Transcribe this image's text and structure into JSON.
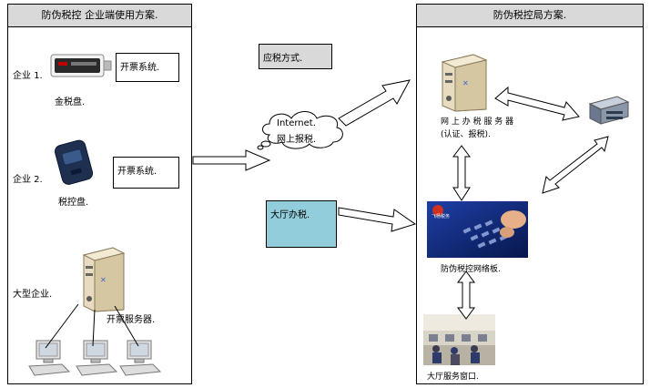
{
  "left_panel": {
    "title": "防伪税控  企业端使用方案.",
    "enterprise1": "企业 1.",
    "tax_disk_1": "金税盘.",
    "invoicing_system_1": "开票系统.",
    "enterprise2": "企业 2.",
    "tax_control_disk": "税控盘.",
    "invoicing_system_2": "开票系统.",
    "large_enterprise": "大型企业.",
    "invoicing_server": "开票服务器."
  },
  "middle": {
    "tax_method": "应税方式.",
    "cloud_line1": "Internet.",
    "cloud_line2": "网上报税.",
    "hall_tax": "大厅办税."
  },
  "right_panel": {
    "title": "防伪税控局方案.",
    "online_server_line1": "网 上 办 税 服 务 器",
    "online_server_line2": "(认证、报税).",
    "network_label": "防伪税控网络板.",
    "hall_window": "大厅服务窗口.",
    "image_caption": "飞杨税务"
  },
  "colors": {
    "panel_title_bg": "#d9d9d9",
    "method_box_bg": "#d9d9d9",
    "hall_box_bg": "#92cddc"
  }
}
